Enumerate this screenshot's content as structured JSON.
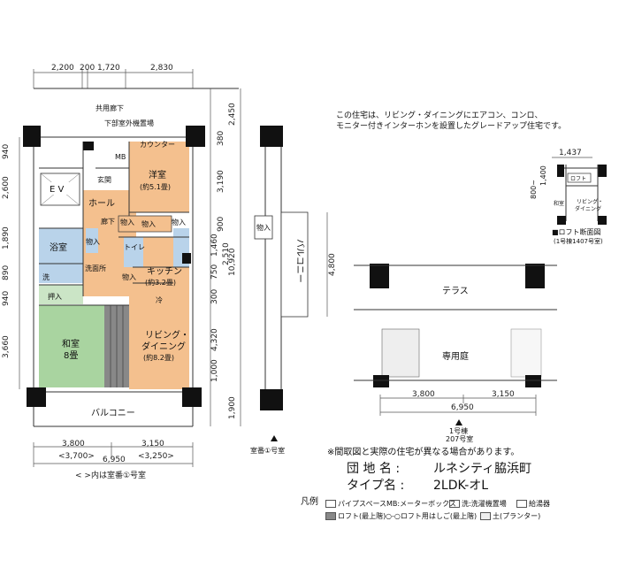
{
  "dims_top": [
    "2,200",
    "200",
    "1,720",
    "2,830"
  ],
  "dims_left": [
    "940",
    "2,600",
    "1,890",
    "890",
    "940",
    "3,660"
  ],
  "dims_mid": [
    "2,450",
    "380",
    "3,190",
    "900",
    "1,460",
    "750",
    "300",
    "4,320",
    "1,000",
    "1,900"
  ],
  "dims_total_right": "10,920",
  "dims_mid2": [
    "2,510"
  ],
  "dims_bottom": [
    "3,800",
    "3,150"
  ],
  "dims_bottom_alt": [
    "<3,700>",
    "<3,250>"
  ],
  "dims_bottom_total": "6,950",
  "room_note": "< >内は室番①号室",
  "rooms": {
    "shared_corridor": "共用廊下",
    "lower_unit": "下部室外機置場",
    "counter": "カウンター",
    "mb": "MB",
    "western": "洋室",
    "western_size": "(約5.1畳)",
    "ev": "E V",
    "entrance": "玄関",
    "hall": "ホール",
    "corridor": "廊下",
    "storage1": "物入",
    "storage2": "物入",
    "storage3": "物入",
    "storage4": "物入",
    "storage5": "物入",
    "bath": "浴室",
    "toilet": "トイレ",
    "kitchen": "キッチン",
    "kitchen_size": "(約3.2畳)",
    "wash": "洗",
    "washroom": "洗面所",
    "closet": "押入",
    "living": "リビング・",
    "dining": "ダイニング",
    "living_size": "(約8.2畳)",
    "japanese": "和室",
    "japanese_size": "8畳",
    "balcony_bottom": "バルコニー",
    "balcony_side": "バルコニー",
    "storage_side": "物入",
    "terrace": "テラス",
    "private_garden": "専用庭",
    "counter_mark": "冷"
  },
  "side_label": "室番①号室",
  "garden_dims": [
    "3,800",
    "3,150"
  ],
  "garden_total": "6,950",
  "garden_side": "4,800",
  "garden_caption_1": "1号棟",
  "garden_caption_2": "207号室",
  "notes": {
    "line1": "この住宅は、リビング・ダイニングにエアコン、コンロ、",
    "line2": "モニター付きインターホンを設置したグレードアップ住宅です。"
  },
  "loft": {
    "dim1": "1,437",
    "dim2": "1,400",
    "dim3": "800~",
    "label_loft": "ロフト",
    "label_jp": "和室",
    "label_ld1": "リビング・",
    "label_ld2": "ダイニング",
    "title": "■ロフト断面図",
    "subtitle": "(1号棟1407号室)"
  },
  "disclaimer": "※間取図と実際の住宅が異なる場合があります。",
  "project_label": "団 地 名 :",
  "project_name": "ルネシティ脇浜町",
  "type_label": "タイプ名 :",
  "type_name": "2LDK-オL",
  "legend_title": "凡例",
  "legend": [
    "パイプスペース",
    "MB:メーターボックス",
    "洗:洗濯機置場",
    "給湯器",
    "ロフト(最上階)",
    "ロフト用はしご(最上階)",
    "土(プランター)"
  ],
  "colors": {
    "orange": "#f4c08e",
    "blue": "#b9d3ea",
    "green": "#a9d4a0",
    "grey": "#777777"
  }
}
